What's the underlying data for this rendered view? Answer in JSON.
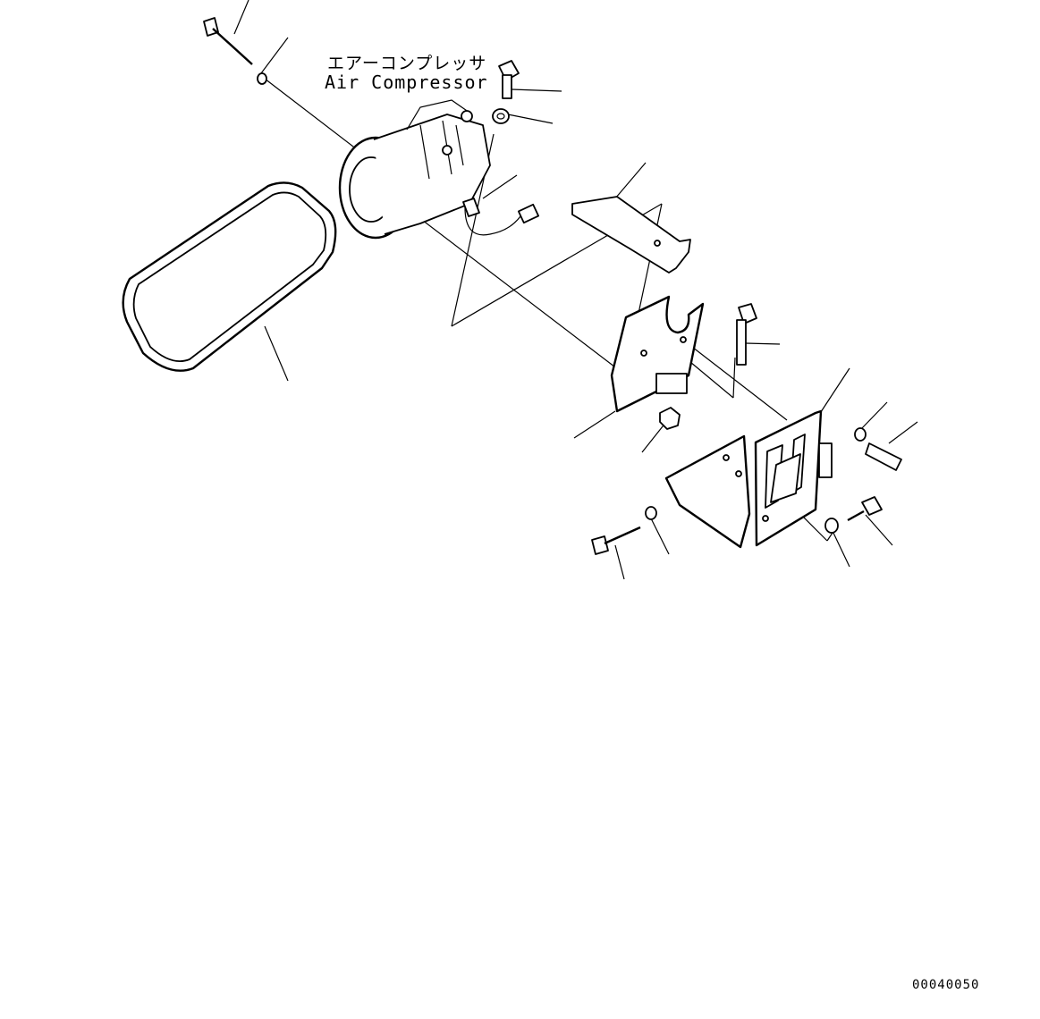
{
  "diagram": {
    "label_jp": "エアーコンプレッサ",
    "label_en": "Air Compressor",
    "figure_id": "00040050"
  },
  "parts": [
    {
      "name": "v-belt"
    },
    {
      "name": "air-compressor"
    },
    {
      "name": "upper-bracket"
    },
    {
      "name": "mounting-plate"
    },
    {
      "name": "lower-bracket"
    },
    {
      "name": "long-bolt"
    },
    {
      "name": "washer"
    },
    {
      "name": "hex-bolt"
    },
    {
      "name": "nut"
    },
    {
      "name": "clip"
    },
    {
      "name": "connector"
    }
  ]
}
